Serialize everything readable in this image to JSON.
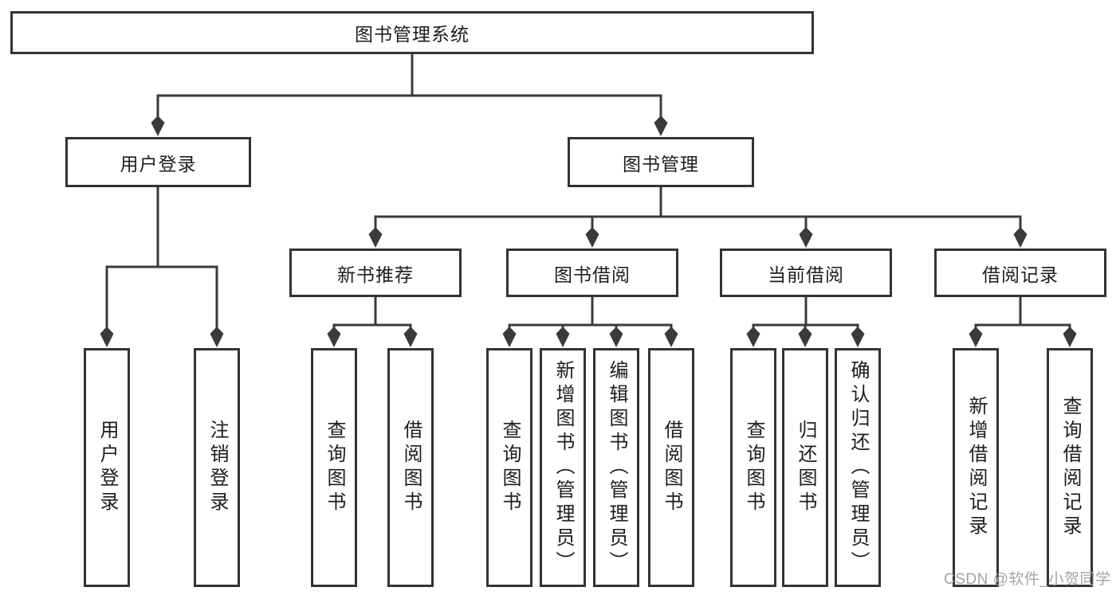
{
  "tree": {
    "root": {
      "label": "图书管理系统"
    },
    "children": [
      {
        "label": "用户登录",
        "children": [
          {
            "label": "用户登录"
          },
          {
            "label": "注销登录"
          }
        ]
      },
      {
        "label": "图书管理",
        "children": [
          {
            "label": "新书推荐",
            "children": [
              {
                "label": "查询图书"
              },
              {
                "label": "借阅图书"
              }
            ]
          },
          {
            "label": "图书借阅",
            "children": [
              {
                "label": "查询图书"
              },
              {
                "label": "新增图书（管理员）"
              },
              {
                "label": "编辑图书（管理员）"
              },
              {
                "label": "借阅图书"
              }
            ]
          },
          {
            "label": "当前借阅",
            "children": [
              {
                "label": "查询图书"
              },
              {
                "label": "归还图书"
              },
              {
                "label": "确认归还（管理员）"
              }
            ]
          },
          {
            "label": "借阅记录",
            "children": [
              {
                "label": "新增借阅记录"
              },
              {
                "label": "查询借阅记录"
              }
            ]
          }
        ]
      }
    ]
  },
  "watermark": {
    "text": "CSDN @软件_小贺同学"
  },
  "colors": {
    "line": "#3a3a3a",
    "box_border": "#333333",
    "box_fill": "#ffffff",
    "text": "#1d1d1d",
    "watermark": "#a3a3a3"
  }
}
